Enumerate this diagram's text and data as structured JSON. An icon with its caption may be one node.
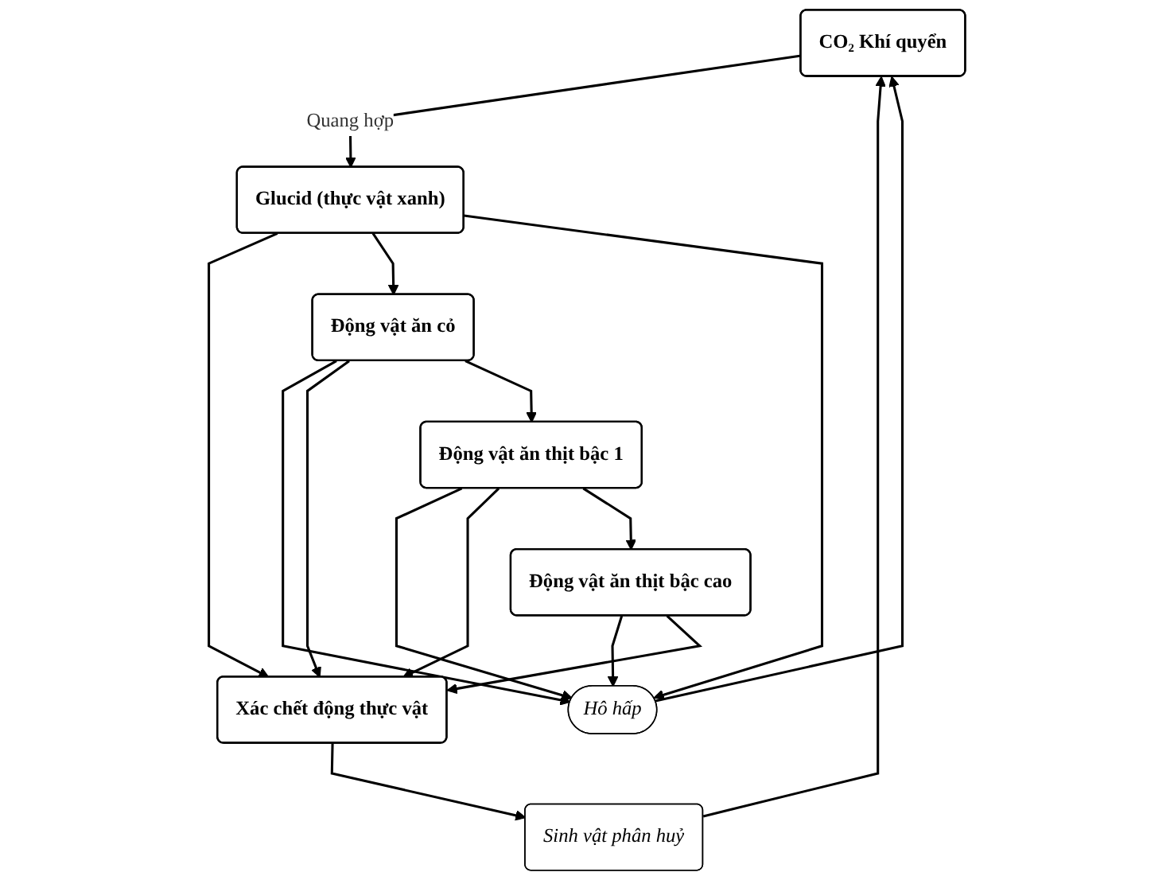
{
  "diagram": {
    "nodes": [
      {
        "text": [
          "CO₂ Khí quyển"
        ]
      },
      {
        "text": [
          "Glucid (thực vật xanh)"
        ]
      },
      {
        "text": [
          "Động vật ăn cỏ"
        ]
      },
      {
        "text": [
          "Hô hấp"
        ]
      },
      {
        "text": [
          "Động vật ăn thịt bậc 1"
        ]
      },
      {
        "text": [
          "Động vật ăn thịt bậc cao"
        ]
      },
      {
        "text": [
          "Xác chết động thực vật"
        ]
      },
      {
        "text": [
          "Sinh vật phân huỷ"
        ]
      }
    ],
    "edges": [
      {
        "from": 0,
        "to": 1,
        "arrow": "to",
        "label": "Quang hợp"
      },
      {
        "from": 1,
        "to": 6,
        "arrow": "to"
      },
      {
        "from": 1,
        "to": 2,
        "arrow": "to"
      },
      {
        "from": 1,
        "to": 3,
        "arrow": "to"
      },
      {
        "from": 2,
        "to": 3,
        "arrow": "to"
      },
      {
        "from": 2,
        "to": 6,
        "arrow": "to"
      },
      {
        "from": 2,
        "to": 4,
        "arrow": "to"
      },
      {
        "from": 4,
        "to": 3,
        "arrow": "to"
      },
      {
        "from": 4,
        "to": 6,
        "arrow": "to"
      },
      {
        "from": 4,
        "to": 5,
        "arrow": "to"
      },
      {
        "from": 5,
        "to": 3,
        "arrow": "to"
      },
      {
        "from": 5,
        "to": 6,
        "arrow": "to"
      },
      {
        "from": 6,
        "to": 7,
        "arrow": "to"
      },
      {
        "from": 7,
        "to": 0,
        "arrow": "to"
      },
      {
        "from": 3,
        "to": 0,
        "arrow": "to"
      }
    ]
  }
}
